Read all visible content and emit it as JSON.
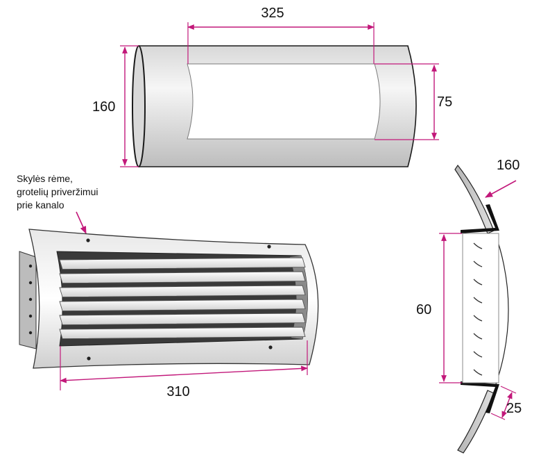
{
  "colors": {
    "dimension_line": "#c2187a",
    "outline": "#1a1a1a",
    "metal_light": "#f2f2f2",
    "metal_mid": "#c9c9c9",
    "metal_dark": "#8c8c8c"
  },
  "duct_view": {
    "width_label": "325",
    "diameter_label": "160",
    "opening_height_label": "75"
  },
  "grille_view": {
    "note_lines": [
      "Skylės rėme,",
      "grotelių priveržimui",
      "prie kanalo"
    ],
    "length_label": "310",
    "louver_count": 6
  },
  "section_view": {
    "diameter_label": "160",
    "height_label": "60",
    "flange_label": "25"
  }
}
